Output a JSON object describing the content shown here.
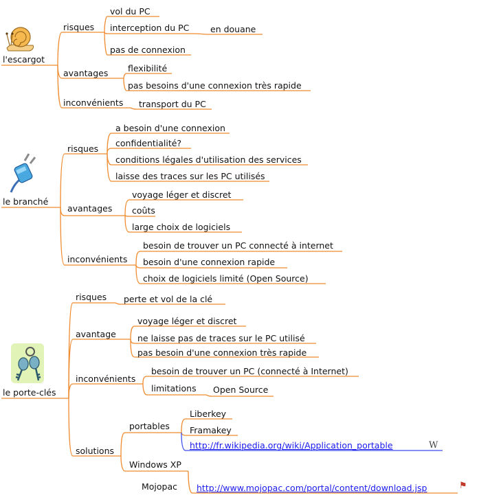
{
  "snail": {
    "title": "l'escargot",
    "icon": "snail-icon",
    "risks": {
      "label": "risques",
      "items": [
        "vol du PC",
        "interception du PC",
        "pas de connexion"
      ],
      "sub": "en douane"
    },
    "advantages": {
      "label": "avantages",
      "items": [
        "flexibilité",
        "pas besoins d'une connexion très rapide"
      ]
    },
    "drawbacks": {
      "label": "inconvénients",
      "items": [
        "transport du PC"
      ]
    }
  },
  "plugged": {
    "title": "le branché",
    "icon": "plug-icon",
    "risks": {
      "label": "risques",
      "items": [
        "a besoin d'une connexion",
        "confidentialité?",
        "conditions légales d'utilisation des services",
        "laisse des traces sur les PC utilisés"
      ]
    },
    "advantages": {
      "label": "avantages",
      "items": [
        "voyage léger et discret",
        "coûts",
        "large choix de logiciels"
      ]
    },
    "drawbacks": {
      "label": "inconvénients",
      "items": [
        "besoin de trouver un PC connecté à internet",
        "besoin d'une connexion rapide",
        "choix de logiciels limité (Open Source)"
      ]
    }
  },
  "keys": {
    "title": "le porte-clés",
    "icon": "keys-icon",
    "risks": {
      "label": "risques",
      "items": [
        "perte et vol de la clé"
      ]
    },
    "advantage": {
      "label": "avantage",
      "items": [
        "voyage léger et discret",
        "ne laisse pas de traces sur le PC utilisé",
        "pas besoin d'une connexion très rapide"
      ]
    },
    "drawbacks": {
      "label": "inconvénients",
      "items": [
        "besoin de trouver un PC (connecté à Internet)",
        "limitations"
      ],
      "sub": "Open Source"
    },
    "solutions": {
      "label": "solutions",
      "portables": {
        "label": "portables",
        "items": [
          "Liberkey",
          "Framakey"
        ],
        "link": "http://fr.wikipedia.org/wiki/Application_portable",
        "link_icon": "wikipedia-icon"
      },
      "windows": {
        "label": "Windows XP"
      },
      "mojopac": {
        "label": "Mojopac",
        "link": "http://www.mojopac.com/portal/content/download.jsp",
        "link_icon": "mojopac-icon"
      }
    }
  },
  "colors": {
    "branch": "#ef8a2e",
    "link": "#1a1aee",
    "link_line": "#3a4cf0"
  }
}
